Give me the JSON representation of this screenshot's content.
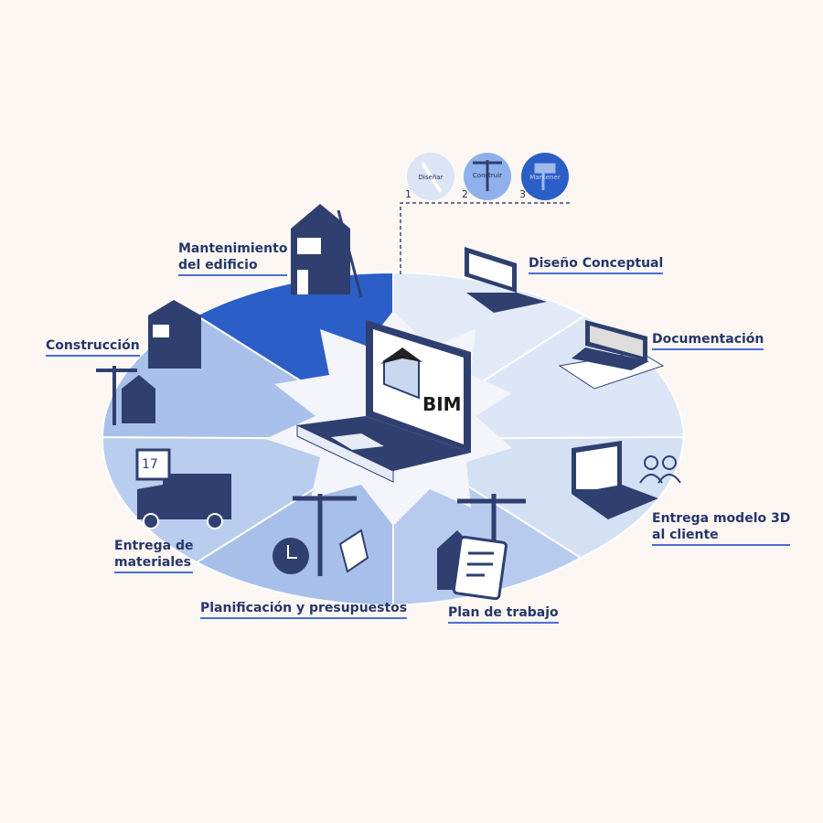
{
  "steps": [
    {
      "num": "1",
      "label": "Diseñar"
    },
    {
      "num": "2",
      "label": "Construir"
    },
    {
      "num": "3",
      "label": "Mantener"
    }
  ],
  "center": {
    "label": "BIM"
  },
  "phases": [
    "Diseño Conceptual",
    "Documentación",
    "Entrega modelo 3D al cliente",
    "Plan de trabajo",
    "Planificación y presupuestos",
    "Entrega de materiales",
    "Construcción",
    "Mantenimiento del edificio"
  ],
  "labels": {
    "diseno": "Diseño Conceptual",
    "documentacion": "Documentación",
    "entrega3d_1": "Entrega modelo 3D",
    "entrega3d_2": "al cliente",
    "plan": "Plan de trabajo",
    "planificacion": "Planificación y presupuestos",
    "materiales_1": "Entrega de",
    "materiales_2": "materiales",
    "construccion": "Construcción",
    "mantenimiento_1": "Mantenimiento",
    "mantenimiento_2": "del edificio"
  },
  "calendar_day": "17",
  "colors": {
    "dark": "#2b5ec6",
    "navy": "#2f3f70",
    "accent": "#4a6fcf"
  }
}
